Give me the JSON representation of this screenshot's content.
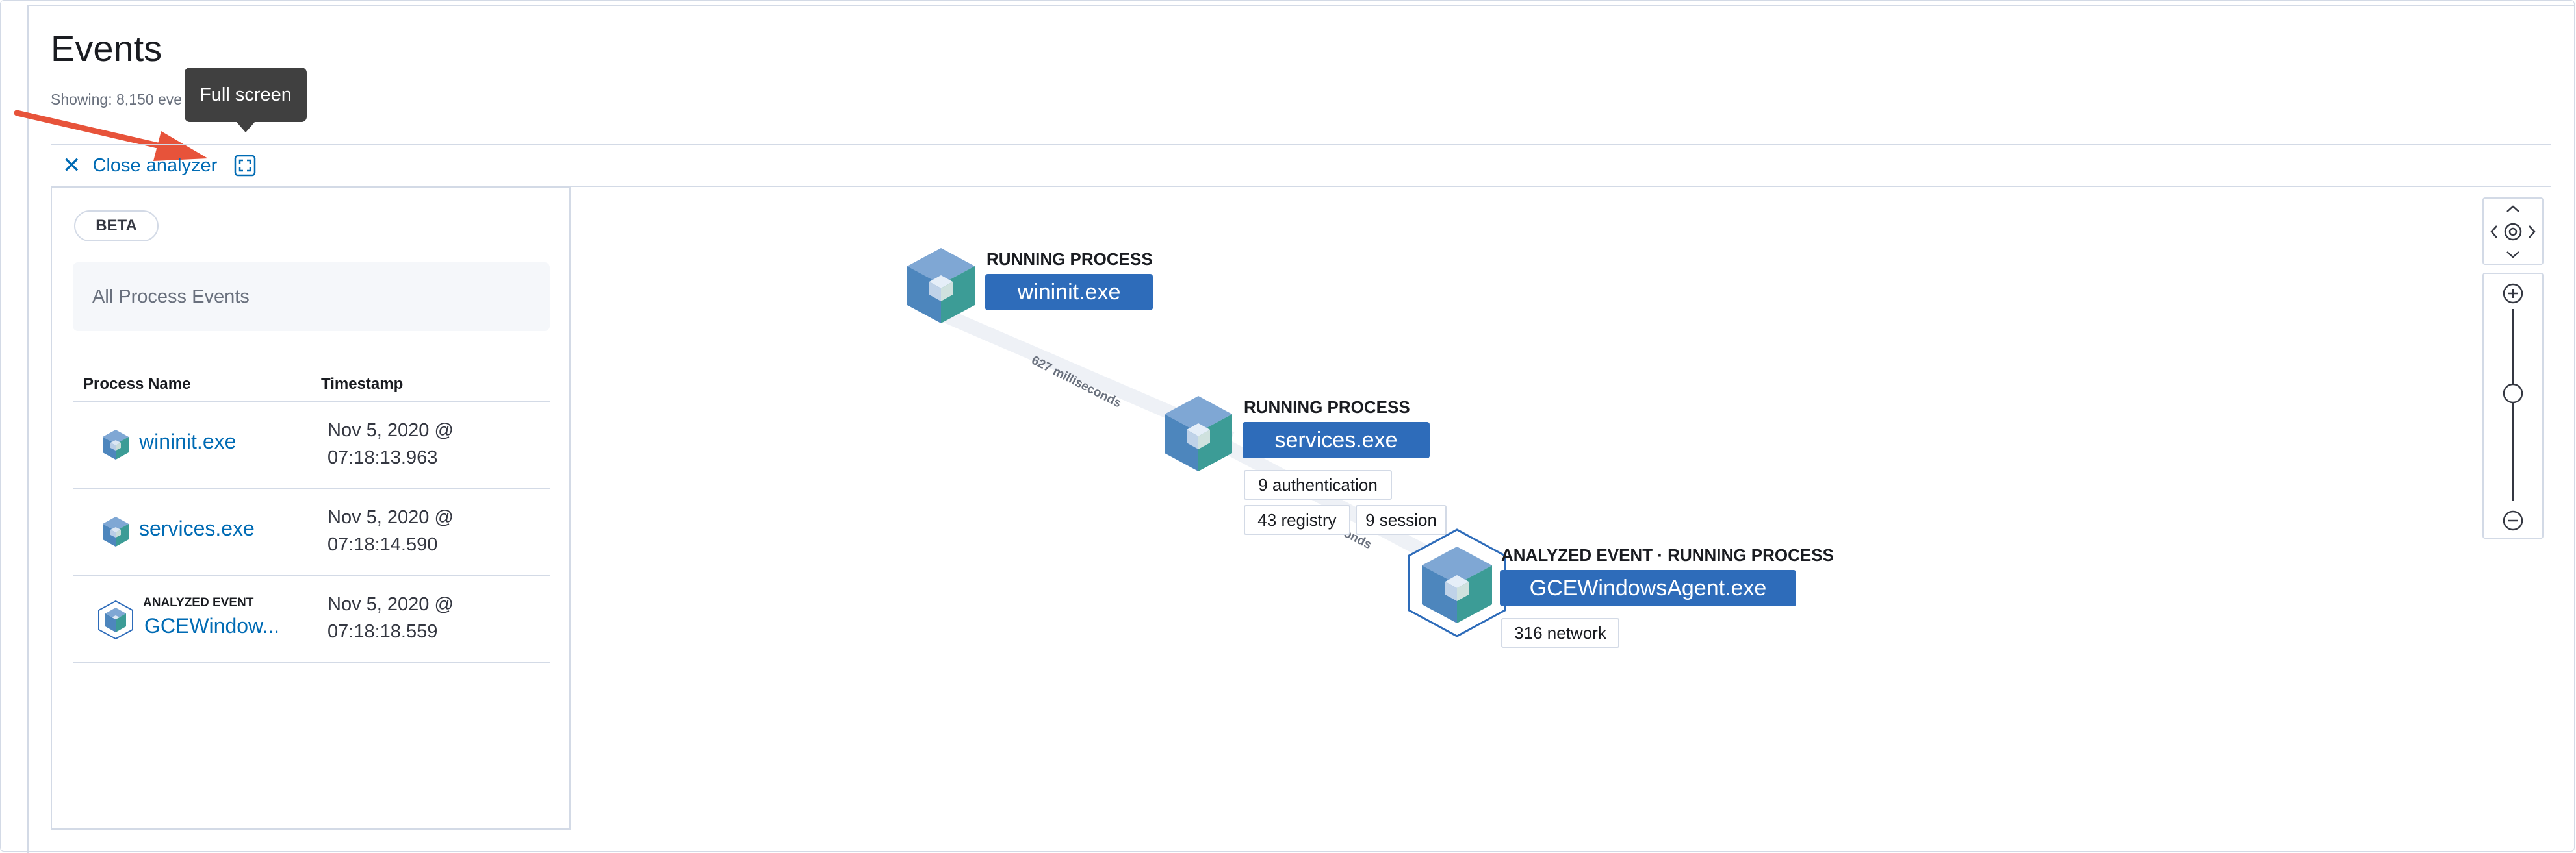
{
  "page": {
    "title": "Events",
    "showing": "Showing: 8,150 eve"
  },
  "tooltip": {
    "text": "Full screen"
  },
  "toolbar": {
    "close_label": "Close analyzer"
  },
  "panel": {
    "beta": "BETA",
    "all_events": "All Process Events",
    "columns": [
      "Process Name",
      "Timestamp"
    ],
    "rows": [
      {
        "name": "wininit.exe",
        "time_line1": "Nov 5, 2020 @",
        "time_line2": "07:18:13.963",
        "tag": ""
      },
      {
        "name": "services.exe",
        "time_line1": "Nov 5, 2020 @",
        "time_line2": "07:18:14.590",
        "tag": ""
      },
      {
        "name": "GCEWindow...",
        "time_line1": "Nov 5, 2020 @",
        "time_line2": "07:18:18.559",
        "tag": "ANALYZED EVENT"
      }
    ]
  },
  "graph": {
    "nodes": [
      {
        "type": "RUNNING PROCESS",
        "name": "wininit.exe"
      },
      {
        "type": "RUNNING PROCESS",
        "name": "services.exe"
      },
      {
        "type": "ANALYZED EVENT · RUNNING PROCESS",
        "name": "GCEWindowsAgent.exe"
      }
    ],
    "edge_labels": [
      "627 milliseconds",
      "onds"
    ],
    "pills": {
      "authentication": "9 authentication",
      "registry": "43 registry",
      "session": "9 session",
      "network": "316 network"
    }
  },
  "colors": {
    "accent": "#006bb4",
    "node_button": "#2e6cba",
    "arrow": "#e7533a",
    "tooltip_bg": "#404040"
  },
  "icons": [
    "close-icon",
    "fullscreen-icon",
    "process-cube-icon",
    "chevron-up-icon",
    "chevron-down-icon",
    "chevron-left-icon",
    "chevron-right-icon",
    "center-icon",
    "zoom-in-icon",
    "zoom-out-icon"
  ]
}
